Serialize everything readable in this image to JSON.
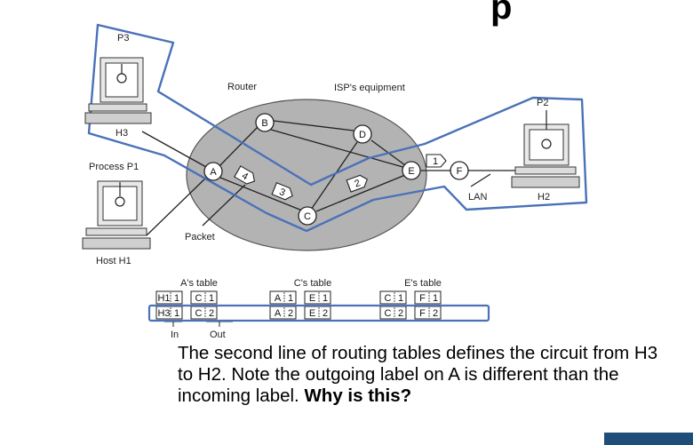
{
  "title_fragment": "p",
  "labels": {
    "router": "Router",
    "isp": "ISP's equipment",
    "process_p1": "Process P1",
    "packet": "Packet",
    "host_h1": "Host H1",
    "h3": "H3",
    "h2": "H2",
    "p3": "P3",
    "p2": "P2",
    "lan": "LAN"
  },
  "nodes": [
    {
      "id": "A",
      "label": "A"
    },
    {
      "id": "B",
      "label": "B"
    },
    {
      "id": "C",
      "label": "C"
    },
    {
      "id": "D",
      "label": "D"
    },
    {
      "id": "E",
      "label": "E"
    },
    {
      "id": "F",
      "label": "F"
    }
  ],
  "packets": [
    {
      "label": "4"
    },
    {
      "label": "3"
    },
    {
      "label": "2"
    },
    {
      "label": "1"
    }
  ],
  "tables": [
    {
      "title": "A's table",
      "in_label": "In",
      "out_label": "Out",
      "rows": [
        {
          "in_node": "H1",
          "in_val": "1",
          "out_node": "C",
          "out_val": "1"
        },
        {
          "in_node": "H3",
          "in_val": "1",
          "out_node": "C",
          "out_val": "2"
        }
      ]
    },
    {
      "title": "C's table",
      "rows": [
        {
          "in_node": "A",
          "in_val": "1",
          "out_node": "E",
          "out_val": "1"
        },
        {
          "in_node": "A",
          "in_val": "2",
          "out_node": "E",
          "out_val": "2"
        }
      ]
    },
    {
      "title": "E's table",
      "rows": [
        {
          "in_node": "C",
          "in_val": "1",
          "out_node": "F",
          "out_val": "1"
        },
        {
          "in_node": "C",
          "in_val": "2",
          "out_node": "F",
          "out_val": "2"
        }
      ]
    }
  ],
  "caption": {
    "line1": "The second line of routing tables defines the circuit from H3",
    "line2": "to H2. Note the outgoing label on A is different than the",
    "line3_prefix": "incoming label. ",
    "line3_bold": "Why is this?"
  },
  "colors": {
    "highlight": "#4a72b8",
    "cloud_fill": "#b3b3b3",
    "link": "#222222"
  }
}
